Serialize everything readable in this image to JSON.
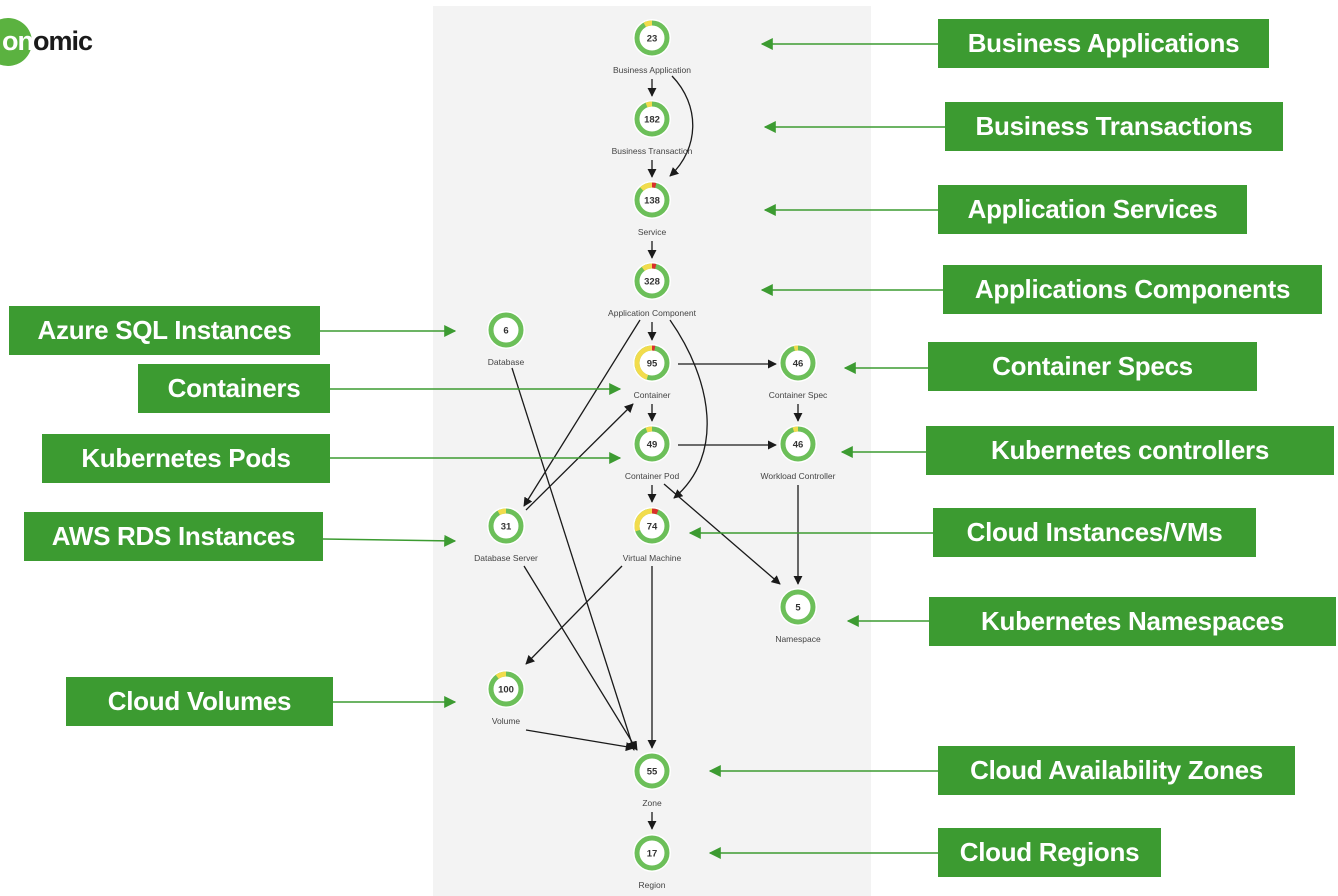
{
  "logo": {
    "text_a": "on",
    "text_b": "omic"
  },
  "colors": {
    "label_bg": "#3c9b31",
    "arrow": "#3c9b31",
    "ok": "#6cbf59",
    "warn": "#f2dc4c",
    "crit": "#d9302b",
    "edge": "#1a1a1a",
    "panel": "#f3f3f3"
  },
  "labels": {
    "business_applications": "Business Applications",
    "business_transactions": "Business Transactions",
    "application_services": "Application Services",
    "applications_components": "Applications Components",
    "container_specs": "Container Specs",
    "kubernetes_controllers": "Kubernetes controllers",
    "cloud_instances": "Cloud Instances/VMs",
    "kubernetes_namespaces": "Kubernetes Namespaces",
    "cloud_availability_zones": "Cloud Availability  Zones",
    "cloud_regions": "Cloud Regions",
    "azure_sql": "Azure SQL Instances",
    "containers": "Containers",
    "kubernetes_pods": "Kubernetes Pods",
    "aws_rds": "AWS RDS Instances",
    "cloud_volumes": "Cloud Volumes"
  },
  "nodes": {
    "business_application": {
      "label": "Business Application",
      "count": "23",
      "warn": 0.08,
      "crit": 0
    },
    "business_transaction": {
      "label": "Business Transaction",
      "count": "182",
      "warn": 0.06,
      "crit": 0
    },
    "service": {
      "label": "Service",
      "count": "138",
      "warn": 0.12,
      "crit": 0.04
    },
    "application_component": {
      "label": "Application Component",
      "count": "328",
      "warn": 0.1,
      "crit": 0.04
    },
    "database": {
      "label": "Database",
      "count": "6",
      "warn": 0,
      "crit": 0
    },
    "container": {
      "label": "Container",
      "count": "95",
      "warn": 0.45,
      "crit": 0.03
    },
    "container_spec": {
      "label": "Container Spec",
      "count": "46",
      "warn": 0.04,
      "crit": 0
    },
    "container_pod": {
      "label": "Container Pod",
      "count": "49",
      "warn": 0.06,
      "crit": 0
    },
    "workload_controller": {
      "label": "Workload Controller",
      "count": "46",
      "warn": 0.05,
      "crit": 0
    },
    "database_server": {
      "label": "Database Server",
      "count": "31",
      "warn": 0.08,
      "crit": 0
    },
    "virtual_machine": {
      "label": "Virtual Machine",
      "count": "74",
      "warn": 0.3,
      "crit": 0.06
    },
    "namespace": {
      "label": "Namespace",
      "count": "5",
      "warn": 0,
      "crit": 0
    },
    "volume": {
      "label": "Volume",
      "count": "100",
      "warn": 0.1,
      "crit": 0
    },
    "zone": {
      "label": "Zone",
      "count": "55",
      "warn": 0,
      "crit": 0
    },
    "region": {
      "label": "Region",
      "count": "17",
      "warn": 0,
      "crit": 0
    }
  }
}
